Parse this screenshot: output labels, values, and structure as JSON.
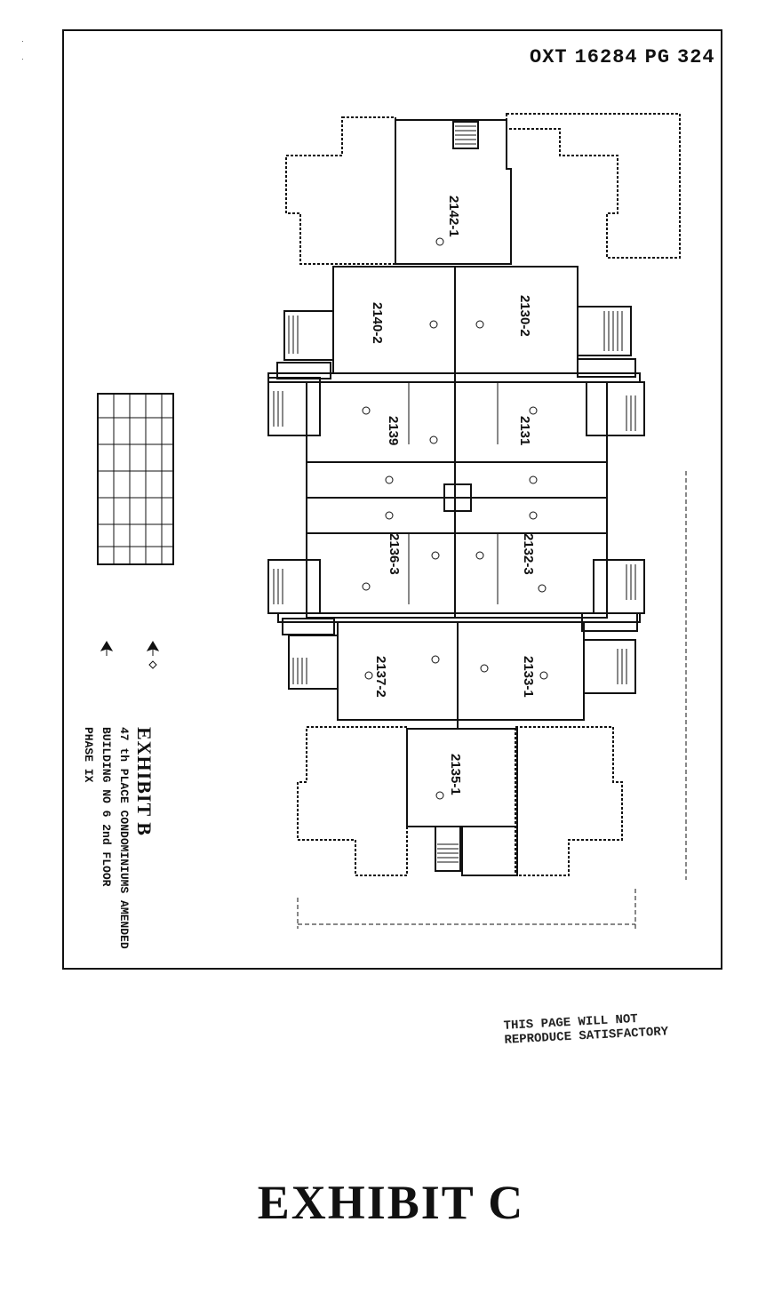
{
  "book_ref": {
    "prefix": "OXT",
    "number": "16284",
    "page_prefix": "PG",
    "page": "324"
  },
  "units": [
    {
      "id": "2142-1"
    },
    {
      "id": "2140-2"
    },
    {
      "id": "2130-2"
    },
    {
      "id": "2139"
    },
    {
      "id": "2131"
    },
    {
      "id": "2136-3"
    },
    {
      "id": "2132-3"
    },
    {
      "id": "2137-2"
    },
    {
      "id": "2133-1"
    },
    {
      "id": "2135-1"
    }
  ],
  "title_block": {
    "title": "EXHIBIT B",
    "line1": "47 th PLACE CONDOMINIUMS AMENDED",
    "line2": "BUILDING NO 6     2nd FLOOR",
    "line3": "PHASE IX"
  },
  "stamp": {
    "line1": "THIS PAGE WILL NOT",
    "line2": "REPRODUCE SATISFACTORY"
  },
  "exhibit_label": "EXHIBIT C"
}
